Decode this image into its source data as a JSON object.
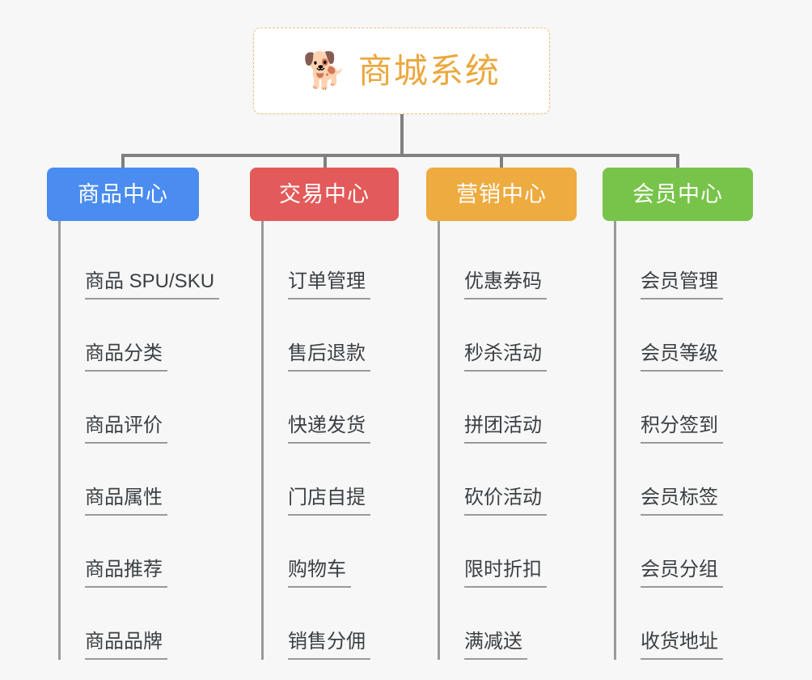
{
  "root": {
    "icon": "shiba-dog-face-emoji",
    "icon_glyph": "🐕",
    "title": "商城系统"
  },
  "colors": {
    "background": "#f7f7f7",
    "root_border": "#f0c07a",
    "root_title": "#eba83e",
    "connector": "#808080",
    "leaf_text": "#3c4043",
    "leaf_line": "#9a9a9a",
    "branch_1": "#4a8cf0",
    "branch_2": "#e35a5a",
    "branch_3": "#eeab3f",
    "branch_4": "#78c44a"
  },
  "branches": [
    {
      "label": "商品中心",
      "color": "#4a8cf0",
      "items": [
        "商品 SPU/SKU",
        "商品分类",
        "商品评价",
        "商品属性",
        "商品推荐",
        "商品品牌"
      ]
    },
    {
      "label": "交易中心",
      "color": "#e35a5a",
      "items": [
        "订单管理",
        "售后退款",
        "快递发货",
        "门店自提",
        "购物车",
        "销售分佣"
      ]
    },
    {
      "label": "营销中心",
      "color": "#eeab3f",
      "items": [
        "优惠券码",
        "秒杀活动",
        "拼团活动",
        "砍价活动",
        "限时折扣",
        "满减送"
      ]
    },
    {
      "label": "会员中心",
      "color": "#78c44a",
      "items": [
        "会员管理",
        "会员等级",
        "积分签到",
        "会员标签",
        "会员分组",
        "收货地址"
      ]
    }
  ]
}
